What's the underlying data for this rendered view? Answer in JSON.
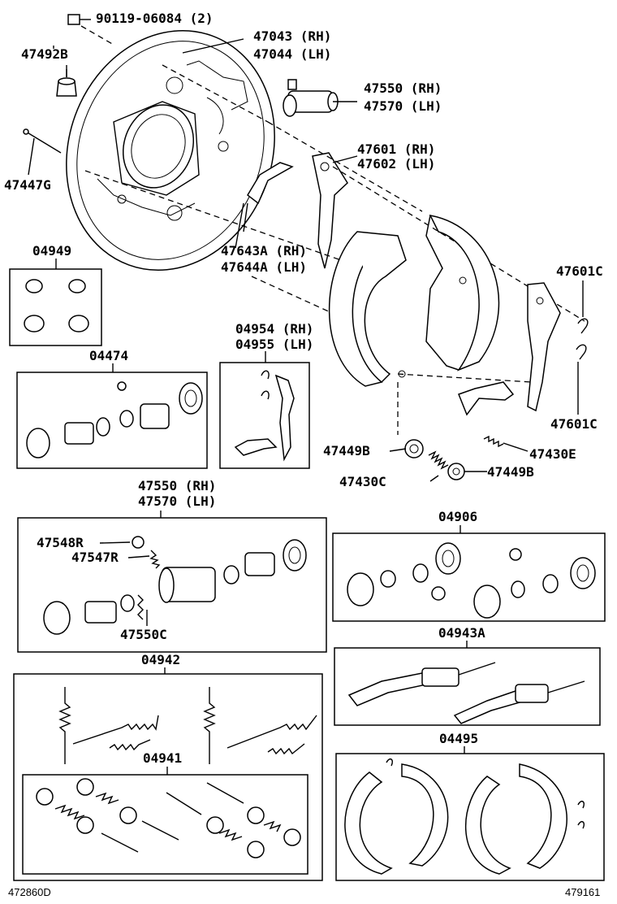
{
  "labels": {
    "p90119": "90119-06084 (2)",
    "p47043": "47043 (RH)",
    "p47044": "47044 (LH)",
    "p47492B": "47492B",
    "p47550a": "47550 (RH)",
    "p47570a": "47570 (LH)",
    "p47601": "47601 (RH)",
    "p47602": "47602 (LH)",
    "p47447G": "47447G",
    "p47643A": "47643A (RH)",
    "p47644A": "47644A (LH)",
    "p04949": "04949",
    "p47601Ctop": "47601C",
    "p04954": "04954 (RH)",
    "p04955": "04955 (LH)",
    "p04474": "04474",
    "p47601Cbot": "47601C",
    "p47449Btop": "47449B",
    "p47430E": "47430E",
    "p47430C": "47430C",
    "p47449Bbot": "47449B",
    "p47550b": "47550 (RH)",
    "p47570b": "47570 (LH)",
    "p04906": "04906",
    "p47548R": "47548R",
    "p47547R": "47547R",
    "p47550C": "47550C",
    "p04943A": "04943A",
    "p04942": "04942",
    "p04495": "04495",
    "p04941": "04941"
  },
  "footer": {
    "left_code": "472860D",
    "right_code": "479161"
  }
}
